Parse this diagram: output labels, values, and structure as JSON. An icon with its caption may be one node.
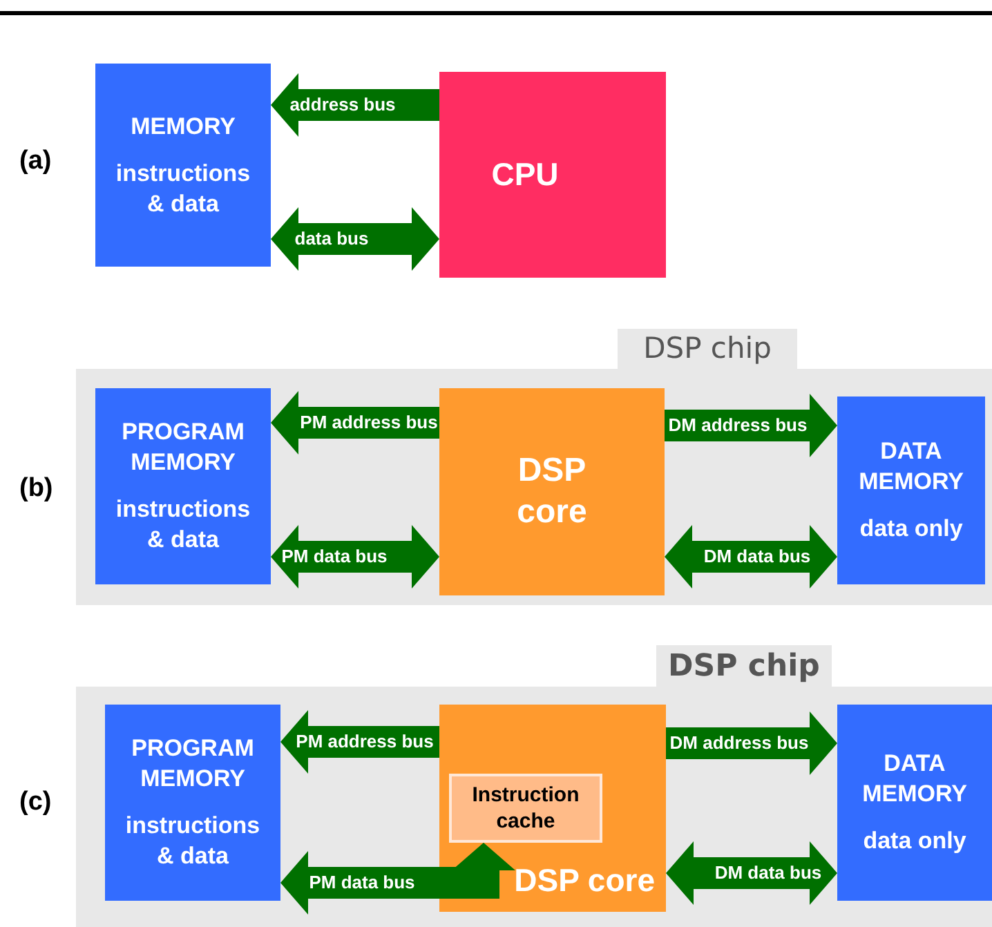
{
  "diagram": {
    "nodes": [
      {
        "text": [
          "MEMORY",
          "instructions & data"
        ]
      },
      {
        "text": [
          "CPU"
        ]
      },
      {
        "text": [
          "DSP chip"
        ]
      },
      {
        "text": [
          "PROGRAM MEMORY",
          "instructions & data"
        ],
        "in": 2
      },
      {
        "text": [
          "DSP core"
        ],
        "in": 2
      },
      {
        "text": [
          "DATA MEMORY",
          "data only"
        ],
        "in": 2
      },
      {
        "text": [
          "DSP chip"
        ]
      },
      {
        "text": [
          "PROGRAM MEMORY",
          "instructions & data"
        ],
        "in": 6
      },
      {
        "text": [
          "DSP core"
        ],
        "in": 6
      },
      {
        "text": [
          "Instruction cache"
        ],
        "in": 8
      },
      {
        "text": [
          "DATA MEMORY",
          "data only"
        ],
        "in": 6
      }
    ],
    "edges": [
      {
        "from": 1,
        "to": 0,
        "arrow": "to",
        "label": "address bus"
      },
      {
        "from": 0,
        "to": 1,
        "arrow": "both",
        "label": "data bus"
      },
      {
        "from": 4,
        "to": 3,
        "arrow": "to",
        "label": "PM address bus"
      },
      {
        "from": 3,
        "to": 4,
        "arrow": "both",
        "label": "PM data bus"
      },
      {
        "from": 4,
        "to": 5,
        "arrow": "to",
        "label": "DM address bus"
      },
      {
        "from": 4,
        "to": 5,
        "arrow": "both",
        "label": "DM data bus"
      },
      {
        "from": 8,
        "to": 7,
        "arrow": "to",
        "label": "PM address bus"
      },
      {
        "from": 7,
        "to": 9,
        "arrow": "both",
        "label": "PM data bus"
      },
      {
        "from": 8,
        "to": 10,
        "arrow": "to",
        "label": "DM address bus"
      },
      {
        "from": 8,
        "to": 10,
        "arrow": "both",
        "label": "DM data bus"
      }
    ],
    "labels": [
      "(a)",
      "(b)",
      "(c)"
    ]
  }
}
